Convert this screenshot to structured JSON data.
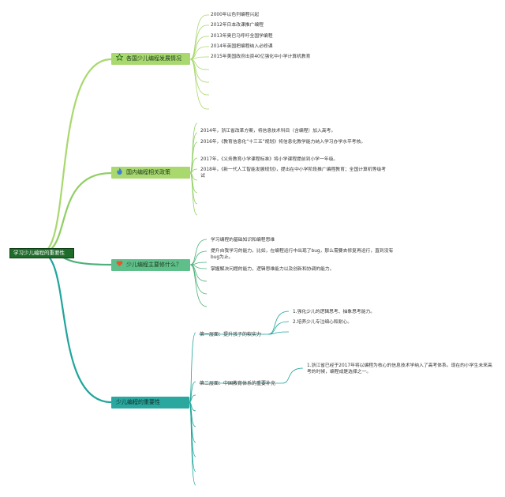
{
  "root": {
    "label": "学习少儿编程的重要性"
  },
  "topics": [
    {
      "label": "各国少儿编程发展情况",
      "icon": "star-icon",
      "items": [
        "2000年以色列编程兴起",
        "2012年日本改课推广编程",
        "2013年奥巴马呼吁全国学编程",
        "2014年英国把编程纳入必修课",
        "2015年美国政府出资40亿强化中小学计算机教育"
      ]
    },
    {
      "label": "国内编程相关政策",
      "icon": "flame-icon",
      "items": [
        "2014年，浙江省改革方案，将信息技术科目（含编程）加入高考。",
        "2016年，《教育信息化“十三五”规划》将信息化教学能力纳入学习办学水平考核。",
        "2017年，《义务教育小学课程标准》将小学课程提前到小学一年级。",
        "2018年，《新一代人工智能发展规划》，提出在中小学阶段推广编程教育；全国计算机等级考试"
      ]
    },
    {
      "label": "少儿编程主要修什么？",
      "icon": "heart-icon",
      "items": [
        "学习编程的基础知识和编程思维",
        "提升自我学习的能力。比如，在编程运行中出现了bug，那么需要去修复再运行，直到没有bug为止。",
        "掌握解决问题的能力，逻辑思维能力以及创新和协调的能力。"
      ]
    },
    {
      "label": "少儿编程的重要性",
      "subs": [
        {
          "label": "第一层面：提升孩子的软实力",
          "items": [
            "1.强化少儿的逻辑思考、抽象思考能力。",
            "2.培养少儿专注细心和耐心。"
          ]
        },
        {
          "label": "第二层面：中国教育体系的重要补充",
          "items": [
            "1.浙江省已经于2017年将以编程为核心的信息技术学纳入了高考体系。现在的小学生未来高考的时候，编程成是选择之一。"
          ]
        }
      ]
    }
  ],
  "colors": {
    "branch1": "#a9d86e",
    "branch2": "#8fcf63",
    "branch3": "#4db07a",
    "branch4": "#1fa59a",
    "root": "#1f6b2a"
  }
}
